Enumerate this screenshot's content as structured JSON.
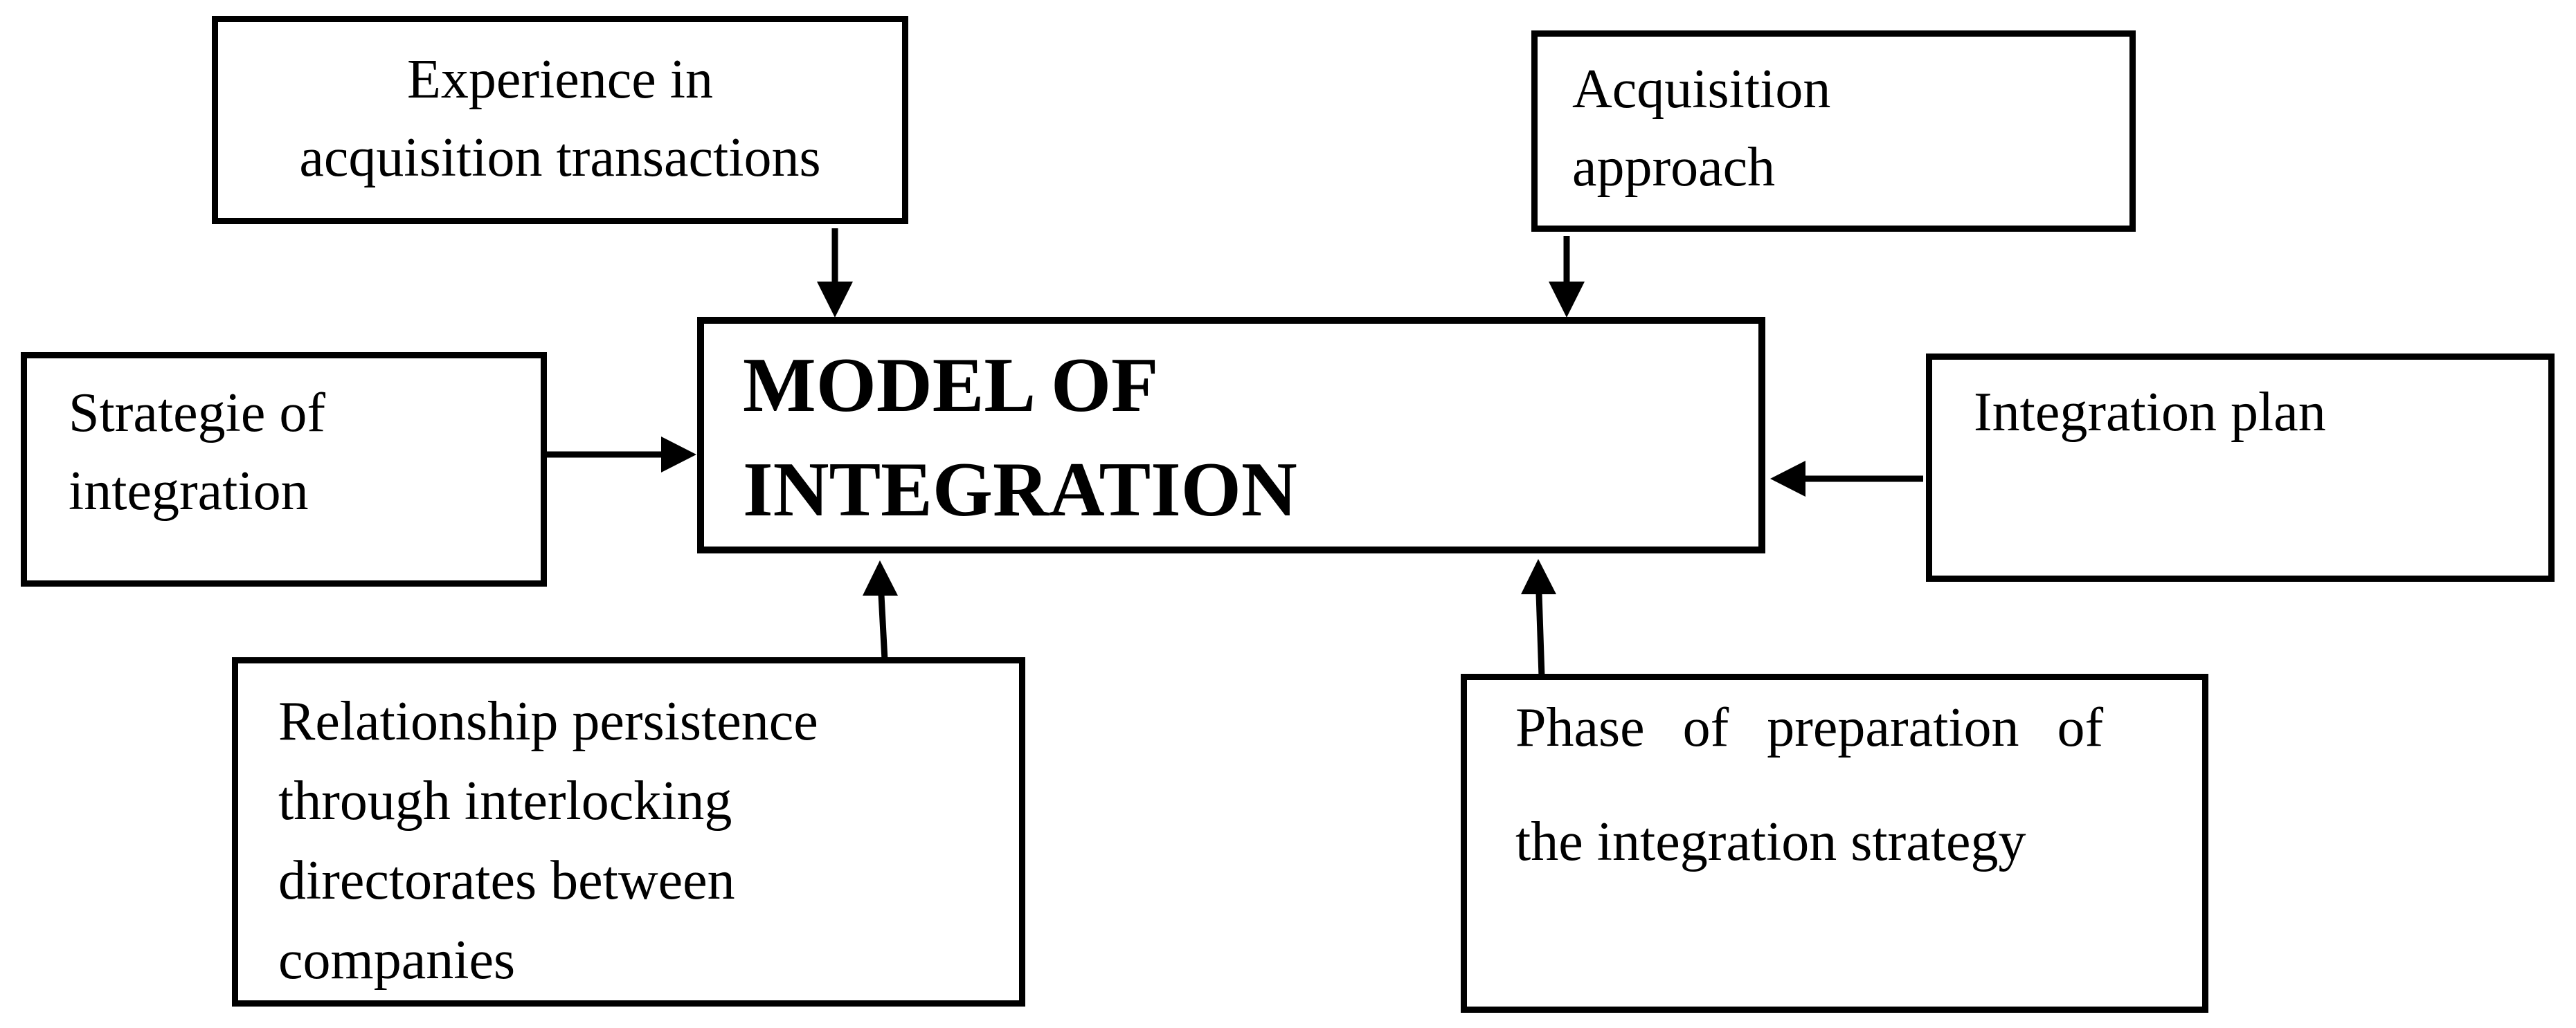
{
  "diagram": {
    "colors": {
      "background": "#ffffff",
      "line": "#000000",
      "text": "#000000"
    },
    "center": {
      "label": "MODEL OF\nINTEGRATION"
    },
    "boxes": {
      "experience": {
        "label": "Experience in\nacquisition transactions"
      },
      "acquisition": {
        "label": "Acquisition\napproach"
      },
      "strategie": {
        "label": "Strategie of\nintegration"
      },
      "integration_plan": {
        "label": "Integration plan"
      },
      "relationship": {
        "label": "Relationship persistence\nthrough interlocking\ndirectorates between\ncompanies"
      },
      "phase": {
        "line1": "Phase of preparation of",
        "line2": "the integration strategy"
      }
    },
    "connections": [
      {
        "from": "experience",
        "to": "model",
        "direction": "down"
      },
      {
        "from": "acquisition",
        "to": "model",
        "direction": "down"
      },
      {
        "from": "strategie",
        "to": "model",
        "direction": "right"
      },
      {
        "from": "integration_plan",
        "to": "model",
        "direction": "left"
      },
      {
        "from": "relationship",
        "to": "model",
        "direction": "up"
      },
      {
        "from": "phase",
        "to": "model",
        "direction": "up"
      }
    ]
  }
}
